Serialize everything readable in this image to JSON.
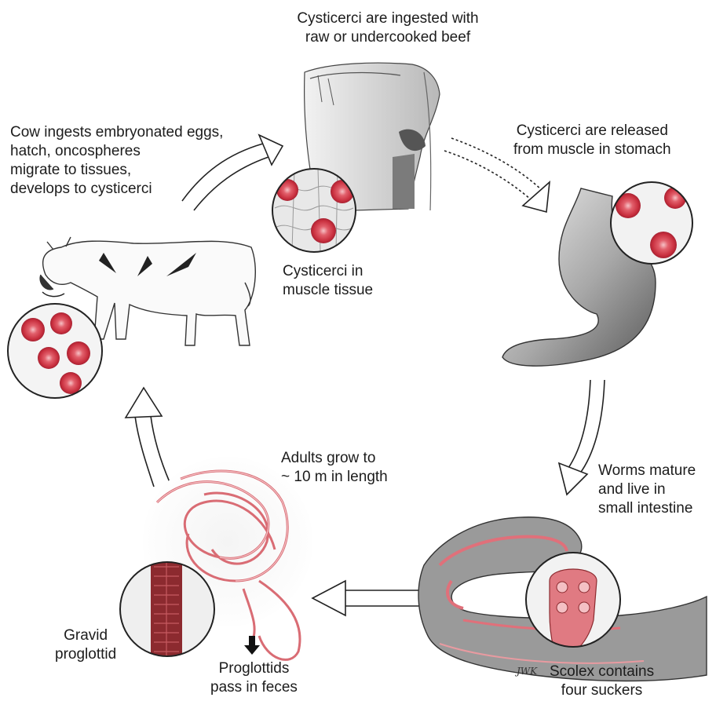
{
  "labels": {
    "ingested": [
      "Cysticerci are ingested with",
      "raw or undercooked beef"
    ],
    "released": [
      "Cysticerci are released",
      "from muscle in stomach"
    ],
    "cow_ingests": [
      "Cow ingests embryonated eggs,",
      "hatch, oncospheres",
      "migrate to tissues,",
      "develops to cysticerci"
    ],
    "muscle_tissue": [
      "Cysticerci in",
      "muscle tissue"
    ],
    "adults_grow": [
      "Adults grow to",
      "~ 10 m in length"
    ],
    "worms_mature": [
      "Worms mature",
      "and live in",
      "small intestine"
    ],
    "gravid": [
      "Gravid",
      "proglottid"
    ],
    "proglottids_pass": [
      "Proglottids",
      "pass in feces"
    ],
    "scolex": [
      "Scolex contains",
      "four suckers"
    ]
  },
  "illustrator_initials": "JWK",
  "icons": [
    "cow-illustration",
    "head-throat-illustration",
    "stomach-illustration",
    "intestine-illustration",
    "tapeworm-illustration"
  ],
  "colors": {
    "cyst": "#d9404f",
    "cyst_light": "#f2a0a6",
    "worm": "#e0707a",
    "ink": "#1c1c1c"
  }
}
